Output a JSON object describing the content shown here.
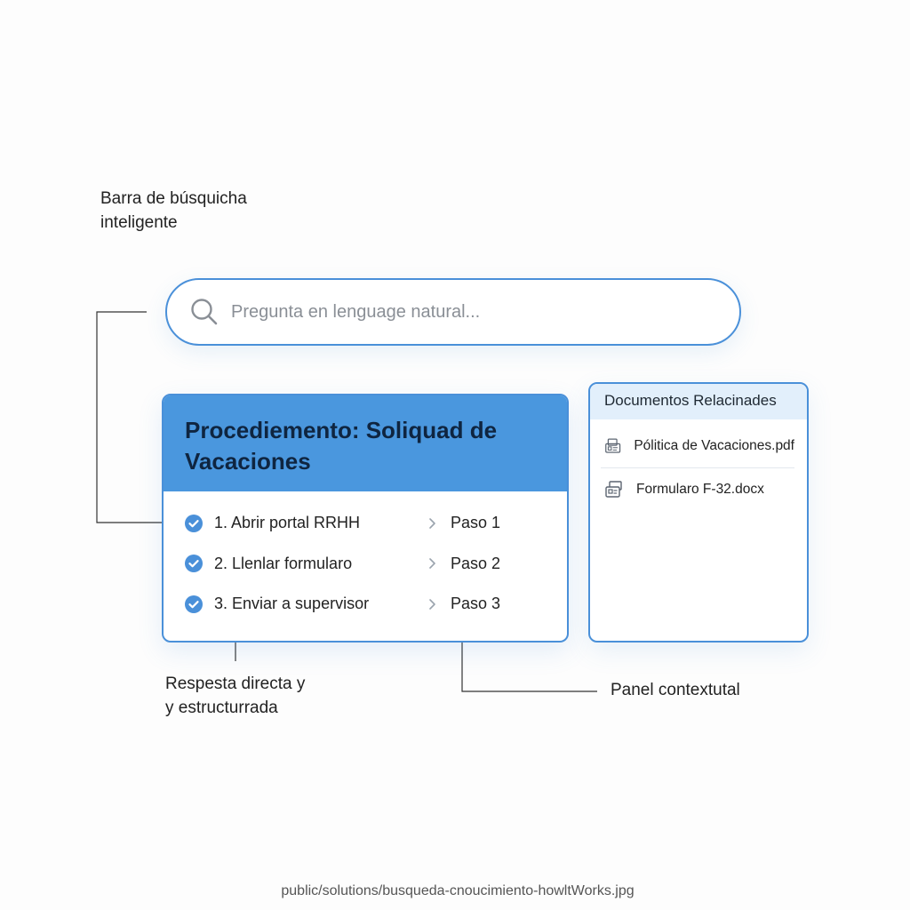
{
  "annotations": {
    "search_label": [
      "Barra de búsquicha",
      "inteligente"
    ],
    "answer_label": [
      "Respesta directa y",
      "y estructurrada"
    ],
    "panel_label": "Panel contextutal"
  },
  "search": {
    "placeholder": "Pregunta en lenguage natural...",
    "icon": "search-icon"
  },
  "answer_card": {
    "title": "Procediemento: Soliquad de Vacaciones",
    "steps": [
      {
        "label": "1. Abrir portal RRHH",
        "tag": "Paso 1"
      },
      {
        "label": "2. Llenlar formularo",
        "tag": "Paso 2"
      },
      {
        "label": "3. Enviar a supervisor",
        "tag": "Paso 3"
      }
    ]
  },
  "docs_panel": {
    "title": "Documentos Relacinades",
    "items": [
      {
        "label": "Pólitica de Vacaciones.pdf",
        "icon": "document-icon"
      },
      {
        "label": "Formularo F-32.docx",
        "icon": "form-icon"
      }
    ]
  },
  "caption": "public/solutions/busqueda-cnoucimiento-howltWorks.jpg",
  "colors": {
    "accent": "#4a90d9",
    "header_blue": "#4a97de",
    "panel_header": "#e2effb"
  }
}
